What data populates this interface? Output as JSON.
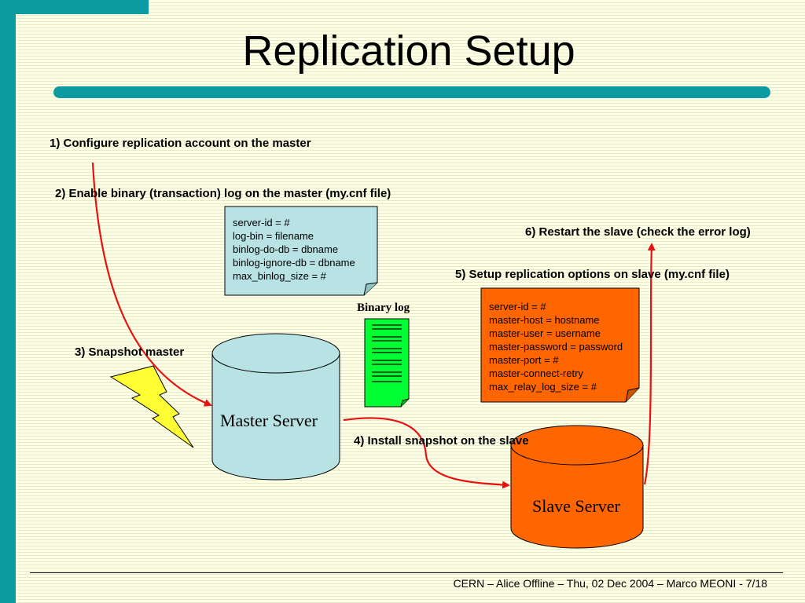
{
  "slide": {
    "title": "Replication Setup",
    "footer": "CERN – Alice Offline – Thu, 02 Dec 2004 – Marco MEONI - 7/18"
  },
  "steps": {
    "step1": "1) Configure replication account on the master",
    "step2": "2) Enable binary (transaction) log on the master (my.cnf file)",
    "step3": "3) Snapshot master",
    "step4": "4) Install snapshot on the slave",
    "step5": "5) Setup replication options on slave (my.cnf file)",
    "step6": "6) Restart the slave (check the error log)"
  },
  "master_config": {
    "lines": [
      "server-id = #",
      "log-bin = filename",
      "binlog-do-db = dbname",
      "binlog-ignore-db = dbname",
      "max_binlog_size = #"
    ]
  },
  "slave_config": {
    "lines": [
      "server-id = #",
      "master-host = hostname",
      "master-user = username",
      "master-password = password",
      "master-port = #",
      "master-connect-retry",
      "max_relay_log_size = #"
    ]
  },
  "binary_log": {
    "label": "Binary log"
  },
  "master_server": {
    "label": "Master Server"
  },
  "slave_server": {
    "label": "Slave Server"
  },
  "colors": {
    "accent": "#0b9ba0",
    "master_fill": "#b8e2e4",
    "slave_fill": "#ff6600",
    "binlog_fill": "#00ff33",
    "lightning_fill": "#ffff33",
    "arrow": "#e81010"
  },
  "icons": {
    "lightning": "lightning-icon",
    "document": "document-icon"
  }
}
